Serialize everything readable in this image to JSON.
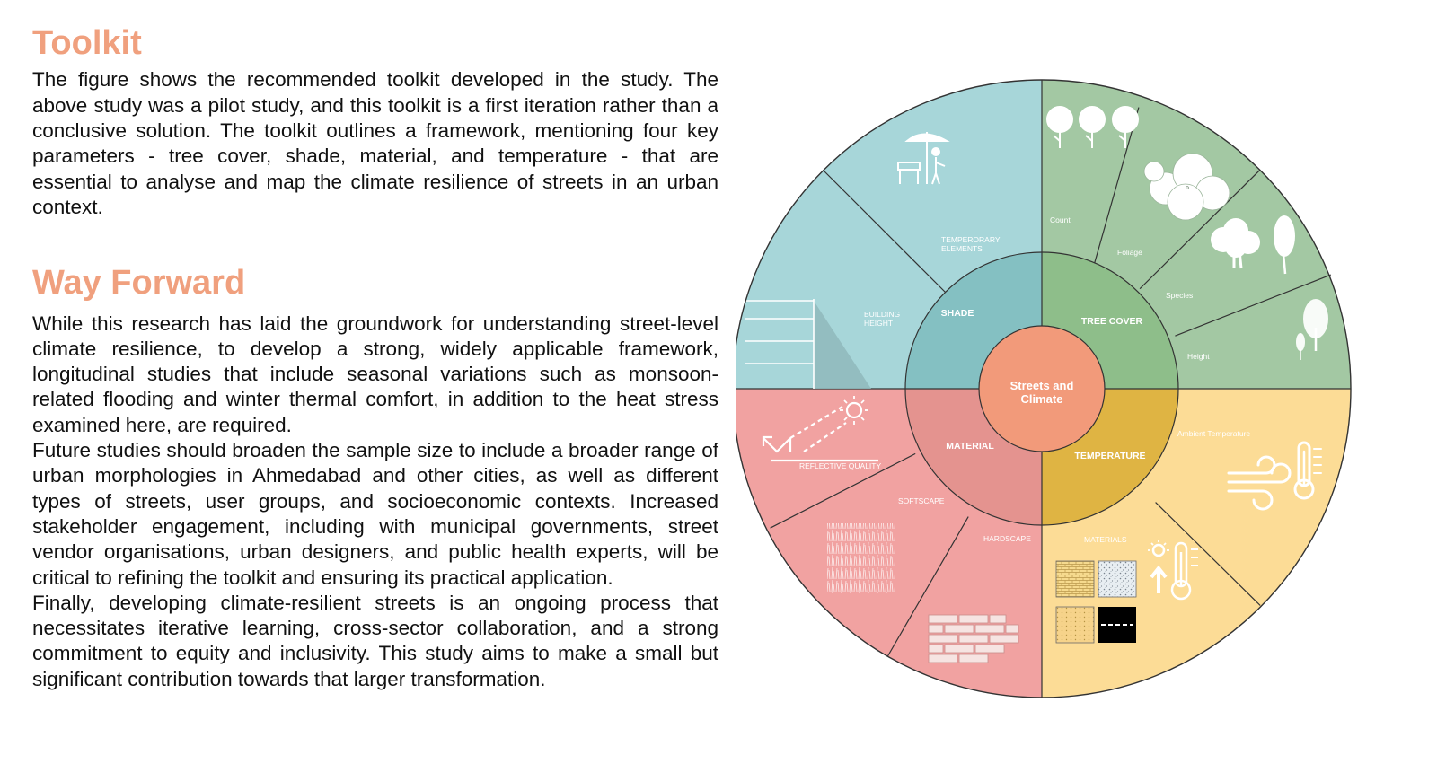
{
  "toolkit": {
    "heading": "Toolkit",
    "paragraph": "The figure shows the recommended toolkit developed in the study. The above study was a pilot study, and this toolkit is a first iteration rather than a conclusive solution. The toolkit outlines a framework, mentioning four key parameters - tree cover, shade, material, and temperature - that are essential to analyse and map the climate resilience of streets in an urban context."
  },
  "way_forward": {
    "heading": "Way Forward",
    "paragraphs": [
      "While this research has laid the groundwork for understanding street-level climate resilience, to develop a strong, widely applicable framework, longitudinal studies that include seasonal variations such as monsoon-related flooding and winter thermal comfort, in addition to the heat stress examined here, are required.",
      "Future studies should broaden the sample size to include a broader range of urban morphologies in Ahmedabad and other cities, as well as different types of streets, user groups, and socioeconomic contexts. Increased stakeholder engagement, including with municipal governments, street vendor organisations, urban designers, and public health experts, will be critical to refining the toolkit and ensuring its practical application.",
      "Finally, developing climate-resilient streets is an ongoing process that necessitates iterative learning, cross-sector collaboration, and a strong commitment to equity and inclusivity. This study aims to make a small but significant contribution towards that larger transformation."
    ]
  },
  "colors": {
    "heading": "#f0a07e",
    "shade_outer": "#a7d6d9",
    "shade_inner": "#84c0c2",
    "tree_outer": "#a3c8a3",
    "tree_inner": "#8ebe8a",
    "temp_outer": "#fcdc96",
    "temp_inner": "#dfb443",
    "material_outer": "#f1a2a1",
    "material_inner": "#e4938f",
    "center": "#f29a7a",
    "outline": "#333333"
  },
  "diagram": {
    "center_label": [
      "Streets and",
      "Climate"
    ],
    "categories": {
      "shade": {
        "label": "SHADE",
        "subs": {
          "temporary": [
            "TEMPERORARY",
            "ELEMENTS"
          ],
          "building": [
            "BUILDING",
            "HEIGHT"
          ]
        }
      },
      "tree_cover": {
        "label": "TREE COVER",
        "subs": {
          "count": "Count",
          "foliage": "Foliage",
          "species": "Species",
          "height": "Height"
        }
      },
      "material": {
        "label": "MATERIAL",
        "subs": {
          "reflective": "REFLECTIVE QUALITY",
          "softscape": "SOFTSCAPE",
          "hardscape": "HARDSCAPE"
        }
      },
      "temperature": {
        "label": "TEMPERATURE",
        "subs": {
          "ambient": "Ambient Temperature",
          "materials": "MATERIALS"
        }
      }
    },
    "icons": [
      "vendor-stall-icon",
      "building-shadow-icon",
      "trees-count-icon",
      "foliage-icon",
      "tree-species-icon",
      "tree-height-icon",
      "reflection-sun-icon",
      "grass-texture-icon",
      "brick-paving-icon",
      "wind-thermometer-icon",
      "material-swatches-icon",
      "heat-rise-icon"
    ]
  }
}
